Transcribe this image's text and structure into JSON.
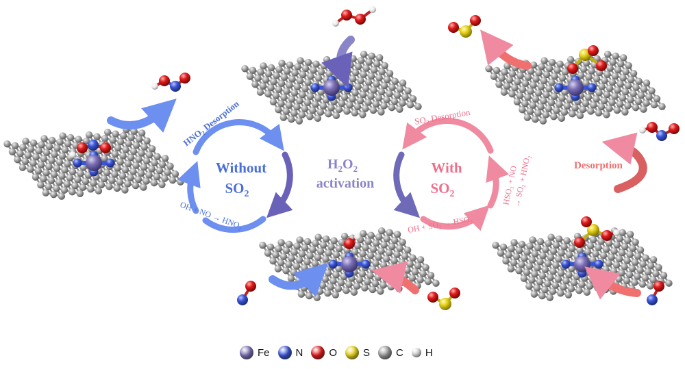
{
  "left_cycle": {
    "center_line1": "Without",
    "center_line2": "SO",
    "center_sub": "2",
    "top_label": "HNO",
    "top_label_sub": "2",
    "top_label_tail": " Desorption",
    "bottom_label": "OH + NO → HNO",
    "bottom_label_sub": "2"
  },
  "middle": {
    "line1_a": "H",
    "line1_sub1": "2",
    "line1_b": "O",
    "line1_sub2": "2",
    "line2": "activation"
  },
  "right_cycle": {
    "center_line1": "With",
    "center_line2": "SO",
    "center_sub": "2",
    "top_label": "SO",
    "top_label_sub": "2",
    "top_label_tail": " Desorption",
    "bottom_label": "OH + SO",
    "bottom_label_sub": "2",
    "bottom_label_tail": " → HSO",
    "bottom_label_sub2": "3",
    "side_line1": "HSO₃ + NO",
    "side_line2": "→ SO₂ + HNO₂"
  },
  "desorption_label": "Desorption",
  "legend": [
    {
      "symbol": "Fe",
      "color": "#7b6fb5"
    },
    {
      "symbol": "N",
      "color": "#3b55d6"
    },
    {
      "symbol": "O",
      "color": "#e01b1b"
    },
    {
      "symbol": "S",
      "color": "#e5d21a"
    },
    {
      "symbol": "C",
      "color": "#9a9a9a"
    },
    {
      "symbol": "H",
      "color": "#f2f2f2"
    }
  ],
  "colors": {
    "left_cycle": "#6c8ff0",
    "left_cycle_dark": "#6a62b8",
    "right_cycle": "#f08aa0",
    "right_cycle_dark": "#6e6ab8",
    "left_text": "#4a6fd8",
    "middle_text": "#8a84c8",
    "right_text": "#ef6f8a",
    "desorption_text": "#ef6f6f",
    "carbon": "#9a9a9a",
    "iron": "#7b6fb5",
    "nitrogen": "#3b55d6",
    "oxygen": "#e01b1b",
    "sulfur": "#e5d21a",
    "hydrogen": "#f4f4f4"
  }
}
